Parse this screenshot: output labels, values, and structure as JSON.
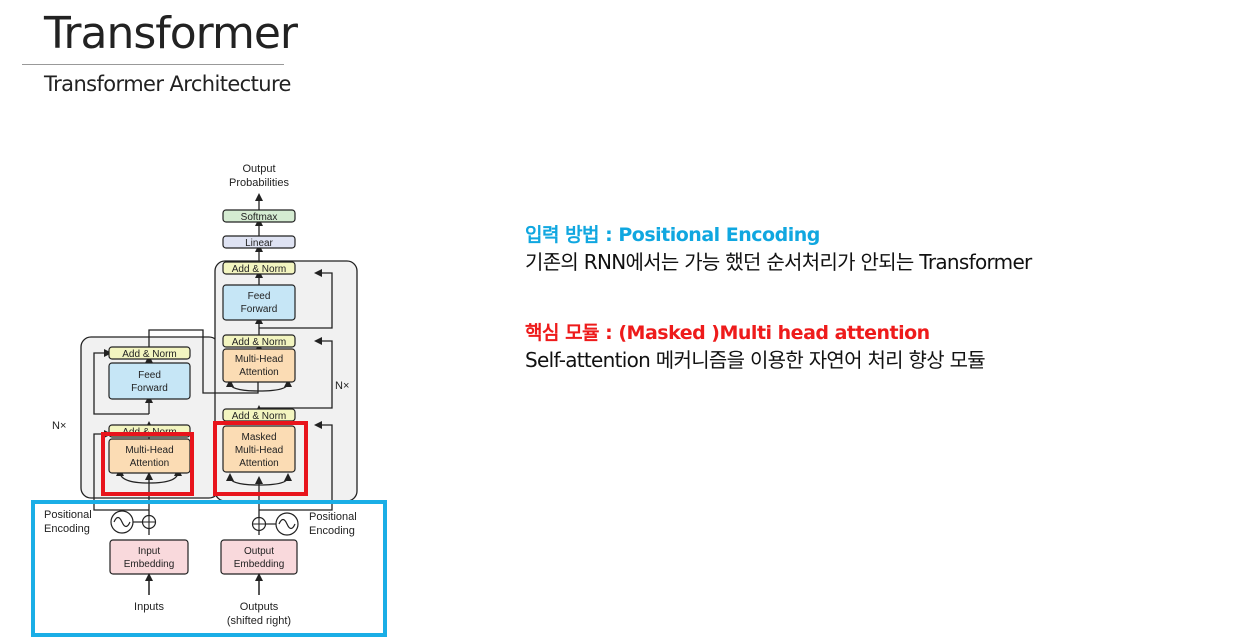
{
  "header": {
    "title": "Transformer",
    "subtitle": "Transformer Architecture"
  },
  "diagram": {
    "top_output_line1": "Output",
    "top_output_line2": "Probabilities",
    "softmax": "Softmax",
    "linear": "Linear",
    "add_norm": "Add & Norm",
    "feed_forward_line1": "Feed",
    "feed_forward_line2": "Forward",
    "mha_line1": "Multi-Head",
    "mha_line2": "Attention",
    "masked": "Masked",
    "nx": "N×",
    "positional_line1": "Positional",
    "positional_line2": "Encoding",
    "input_embedding_line1": "Input",
    "input_embedding_line2": "Embedding",
    "output_embedding_line1": "Output",
    "output_embedding_line2": "Embedding",
    "inputs": "Inputs",
    "outputs_line1": "Outputs",
    "outputs_line2": "(shifted right)",
    "colors": {
      "highlight_red": "#e8141c",
      "highlight_blue": "#1aaee6",
      "add_norm_fill": "#f3f5c0",
      "ffn_fill": "#c6e6f6",
      "attention_fill": "#fbdcb4",
      "embedding_fill": "#f9d9dc",
      "linear_fill": "#dfe3f3",
      "softmax_fill": "#d5ecd2",
      "stack_fill": "#f1f1f1"
    }
  },
  "notes": [
    {
      "heading": "입력 방법 : Positional Encoding",
      "color": "#10a7e0",
      "body": "기존의 RNN에서는 가능 했던 순서처리가 안되는 Transformer"
    },
    {
      "heading": "핵심 모듈 : (Masked )Multi head attention",
      "color": "#ee1b1b",
      "body": "Self-attention 메커니즘을 이용한 자연어 처리 향상 모듈"
    }
  ]
}
